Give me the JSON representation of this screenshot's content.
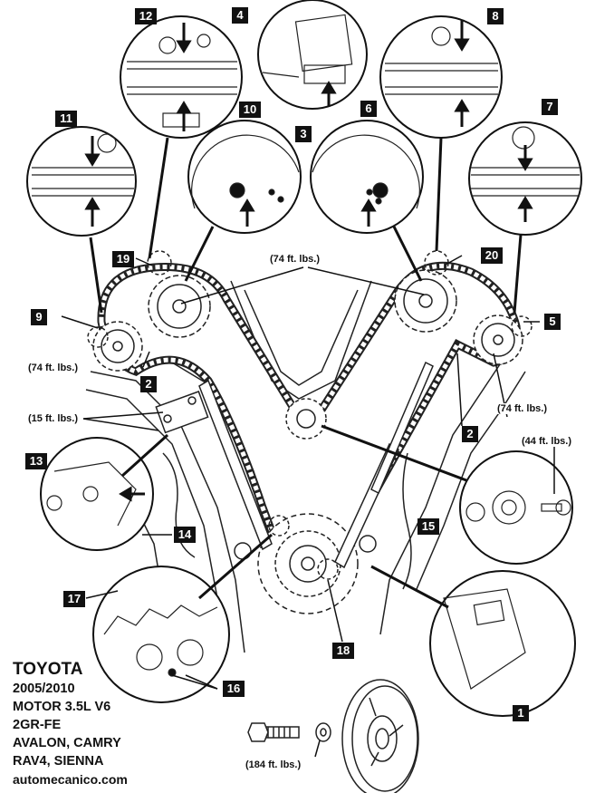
{
  "callouts": {
    "c1": "1",
    "c2a": "2",
    "c2b": "2",
    "c3": "3",
    "c4": "4",
    "c5": "5",
    "c6": "6",
    "c7": "7",
    "c8": "8",
    "c9": "9",
    "c10": "10",
    "c11": "11",
    "c12": "12",
    "c13": "13",
    "c14": "14",
    "c15": "15",
    "c16": "16",
    "c17": "17",
    "c18": "18",
    "c19": "19",
    "c20": "20"
  },
  "torque": {
    "camshaft": "(74 ft. lbs.)",
    "left_sprocket": "(74 ft. lbs.)",
    "right_sprocket": "(74 ft. lbs.)",
    "tensioner": "(15 ft. lbs.)",
    "idler": "(44 ft. lbs.)",
    "pulley": "(184 ft. lbs.)"
  },
  "title": {
    "brand": "TOYOTA",
    "years": "2005/2010",
    "engine": "MOTOR 3.5L V6",
    "code": "2GR-FE",
    "models1": "AVALON, CAMRY",
    "models2": "RAV4, SIENNA",
    "site": "automecanico.com"
  }
}
